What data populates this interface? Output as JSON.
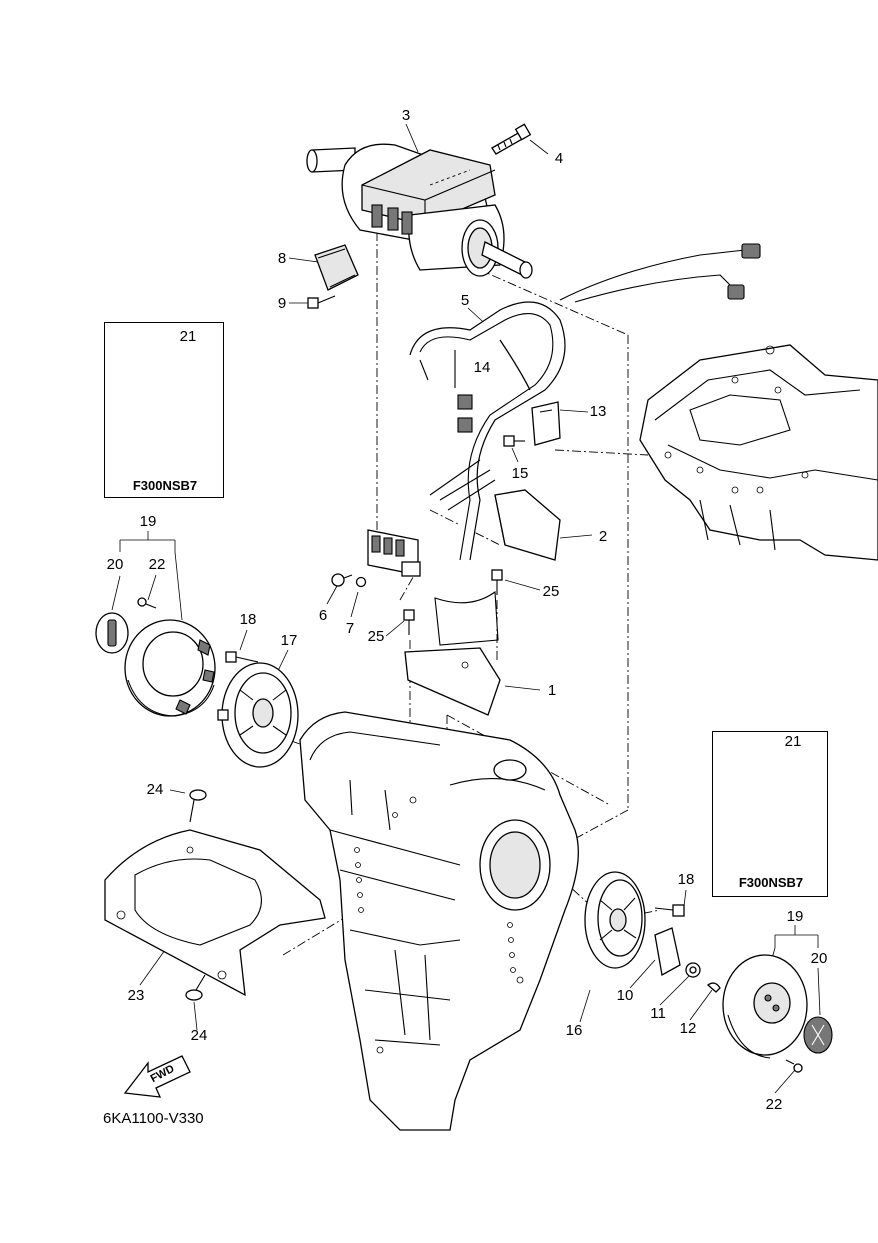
{
  "diagram_code": "6KA1100-V330",
  "fwd_label": "FWD",
  "insets": [
    {
      "part": "21",
      "variant": "F300NSB7"
    },
    {
      "part": "21",
      "variant": "F300NSB7"
    }
  ],
  "callouts": {
    "c1": "1",
    "c2": "2",
    "c3": "3",
    "c4": "4",
    "c5": "5",
    "c6": "6",
    "c7": "7",
    "c8": "8",
    "c9": "9",
    "c10": "10",
    "c11": "11",
    "c12": "12",
    "c13": "13",
    "c14": "14",
    "c15": "15",
    "c16": "16",
    "c17": "17",
    "c18a": "18",
    "c18b": "18",
    "c19a": "19",
    "c19b": "19",
    "c20a": "20",
    "c20b": "20",
    "c22a": "22",
    "c22b": "22",
    "c23": "23",
    "c24a": "24",
    "c24b": "24",
    "c25a": "25",
    "c25b": "25"
  }
}
